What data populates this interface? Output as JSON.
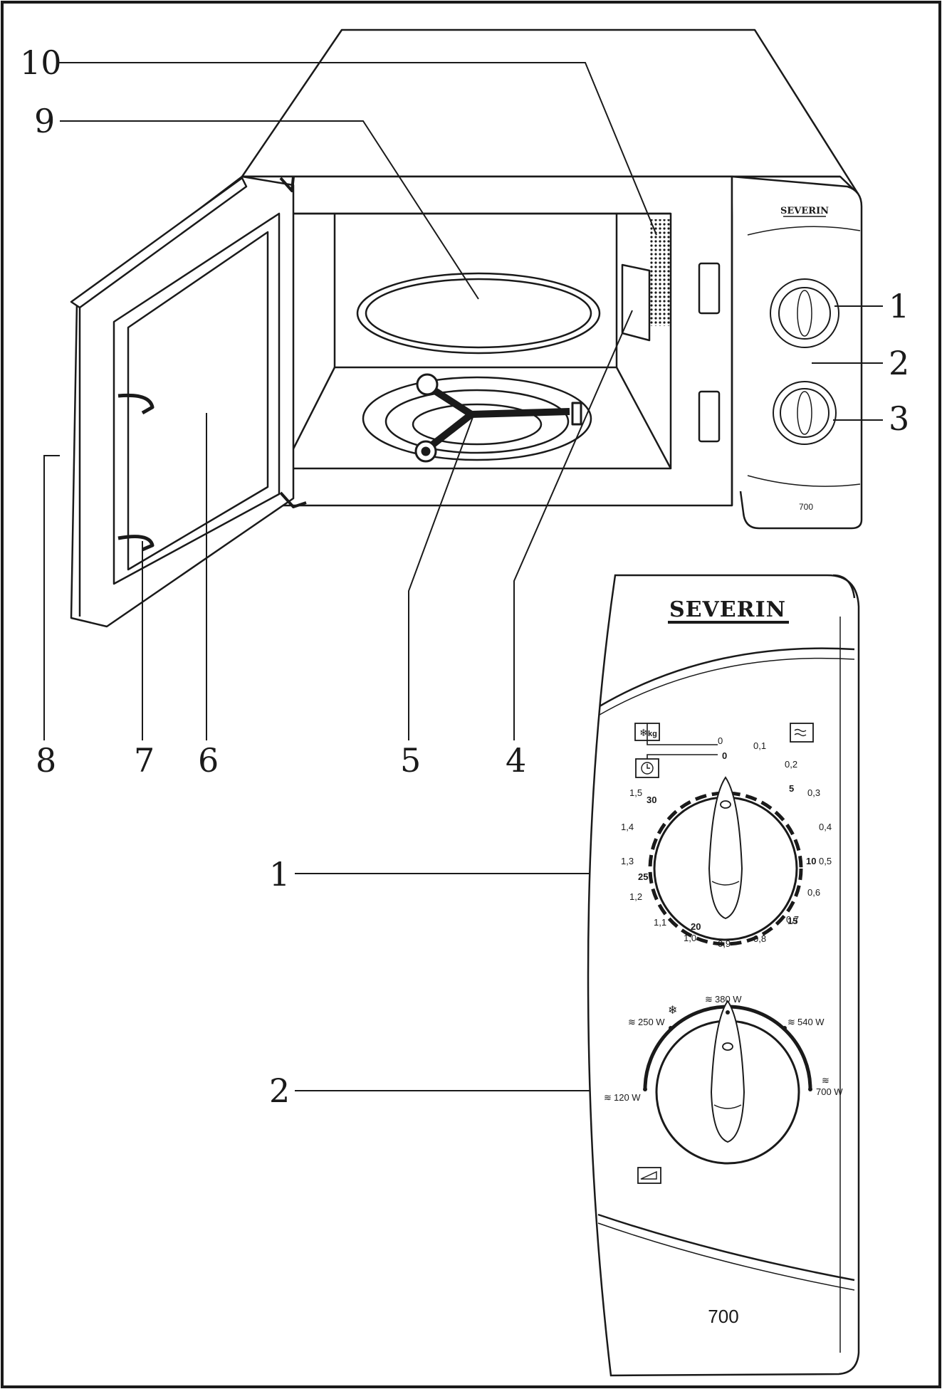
{
  "brand": "SEVERIN",
  "model": "700",
  "callouts": {
    "c1_top": "1",
    "c2_top": "2",
    "c3_top": "3",
    "c4": "4",
    "c5": "5",
    "c6": "6",
    "c7": "7",
    "c8": "8",
    "c9": "9",
    "c10": "10",
    "c1_detail": "1",
    "c2_detail": "2"
  },
  "timer_dial": {
    "defrost_label": "kg",
    "weight_scale": [
      "0",
      "0,1",
      "0,2",
      "0,3",
      "0,4",
      "0,5",
      "0,6",
      "0,7",
      "0,8",
      "0,9",
      "1,0",
      "1,1",
      "1,2",
      "1,3",
      "1,4",
      "1,5"
    ],
    "time_scale": [
      "0",
      "5",
      "10",
      "15",
      "20",
      "25",
      "30"
    ]
  },
  "power_dial": {
    "levels": [
      "120 W",
      "250 W",
      "380 W",
      "540 W",
      "700 W"
    ],
    "level_symbol": "≋"
  },
  "icons": [
    "defrost-weight-icon",
    "microwave-icon",
    "timer-icon",
    "defrost-snowflake-icon",
    "door-open-icon"
  ]
}
